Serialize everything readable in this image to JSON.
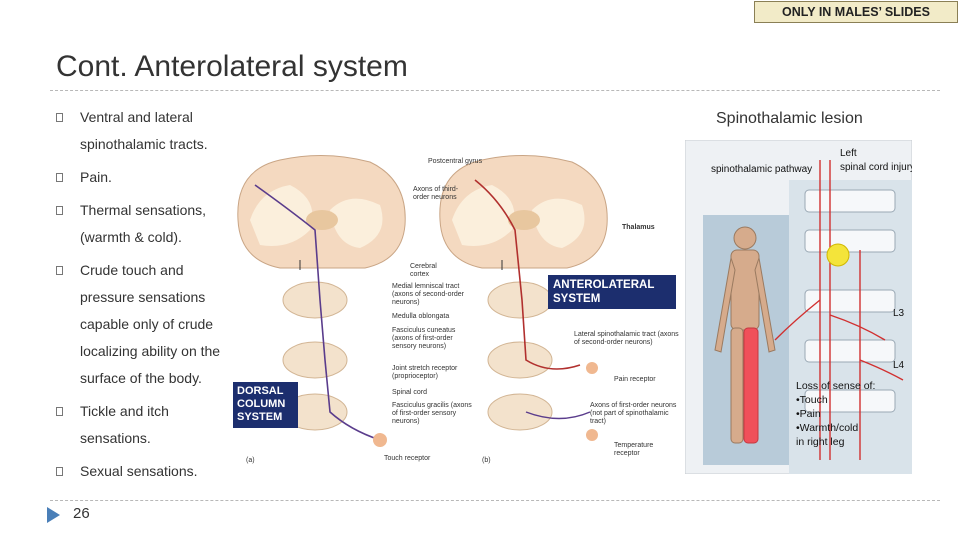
{
  "badge": "ONLY IN MALES’ SLIDES",
  "title": "Cont. Anterolateral system",
  "bullets": [
    "Ventral and lateral spinothalamic tracts.",
    "Pain.",
    "Thermal sensations, (warmth & cold).",
    "Crude touch and pressure sensations capable only of crude localizing ability on the surface of the body.",
    "Tickle and itch sensations.",
    "Sexual sensations."
  ],
  "right_title": "Spinothalamic lesion",
  "page_number": "26",
  "left_figure": {
    "labels": {
      "postcentral": "Postcentral gyrus",
      "axons_third": "Axons of third-order neurons",
      "thalamus": "Thalamus",
      "cerebral_cortex": "Cerebral cortex",
      "medial_lemniscal": "Medial lemniscal tract (axons of second-order neurons)",
      "medulla": "Medulla oblongata",
      "fasc_cuneatus": "Fasciculus cuneatus (axons of first-order sensory neurons)",
      "lateral_spinothalamic": "Lateral spinothalamic tract (axons of second-order neurons)",
      "joint_stretch": "Joint stretch receptor (proprioceptor)",
      "pain_receptor": "Pain receptor",
      "spinal_cord": "Spinal cord",
      "fasc_gracilis": "Fasciculus gracilis (axons of first-order sensory neurons)",
      "axons_first": "Axons of first-order neurons (not part of spinothalamic tract)",
      "touch_receptor": "Touch receptor",
      "temp_receptor": "Temperature receptor",
      "panel_a": "(a)",
      "panel_b": "(b)"
    },
    "dorsal_box": "DORSAL COLUMN SYSTEM",
    "antero_box": "ANTEROLATERAL SYSTEM"
  },
  "right_figure": {
    "spinothalamic_pathway": "spinothalamic pathway",
    "left": "Left",
    "spinal_cord_injury": "spinal cord injury",
    "l3": "L3",
    "l4": "L4",
    "loss_title": "Loss of sense of:",
    "loss_items": [
      "•Touch",
      "•Pain",
      "•Warmth/cold",
      "in right leg"
    ]
  },
  "colors": {
    "badge_bg": "#f2ebc8",
    "box_navy": "#1c2e6e",
    "arrow_blue": "#4a7fb8",
    "lesion_red": "#e03a3a"
  }
}
